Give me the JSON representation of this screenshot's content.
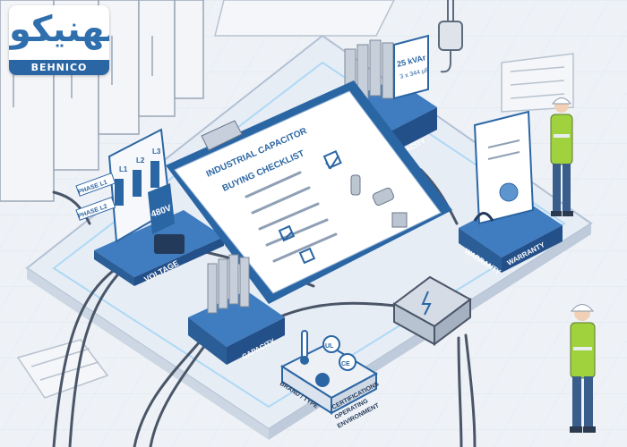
{
  "logo": {
    "text_fa": "بهنیکو",
    "text_en": "BEHNICO"
  },
  "checklist": {
    "title_line1": "INDUSTRIAL CAPACITOR",
    "title_line2": "BUYING CHECKLIST"
  },
  "labels": {
    "voltage": "VOLTAGE",
    "voltage_reading": "480V",
    "phase_l1": "PHASE L1",
    "phase_l2": "PHASE L2",
    "l1": "L1",
    "l2": "L2",
    "l3": "L3",
    "capacity_top": "CAPACITY",
    "capacity_bottom": "CAPACITY",
    "warranty_left": "WARRANTY",
    "warranty_right": "WARRANTY",
    "rating_line1": "25 kVAr",
    "rating_line2": "3 x 344 µF",
    "brand_type": "BRAND / TYPE",
    "certifications": "CERTIFICATIONS",
    "operating_env_1": "OPERATING",
    "operating_env_2": "ENVIRONMENT",
    "cert_ul": "UL",
    "cert_ce": "CE"
  },
  "colors": {
    "accent_blue": "#2b66a4",
    "light_blue": "#dbe8f6",
    "vest_green": "#9fd23c",
    "platform": "#e4ebf4"
  }
}
